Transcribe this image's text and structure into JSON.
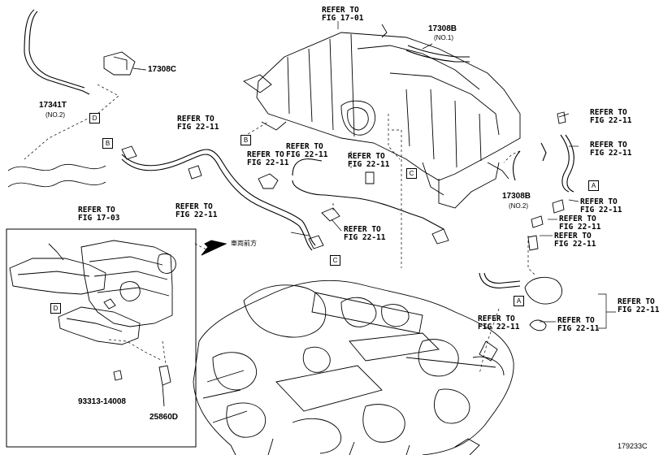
{
  "diagram_id": "179233C",
  "direction_label": "車両前方",
  "parts": {
    "p17308B_1": {
      "number": "17308B",
      "qualifier": "(NO.1)"
    },
    "p17308C": {
      "number": "17308C"
    },
    "p17341T": {
      "number": "17341T",
      "qualifier": "(NO.2)"
    },
    "p17308B_2": {
      "number": "17308B",
      "qualifier": "(NO.2)"
    },
    "p93313": {
      "number": "93313-14008"
    },
    "p25860D": {
      "number": "25860D"
    }
  },
  "refs": {
    "r_top": [
      "REFER TO",
      "FIG 17-01"
    ],
    "r_ul": [
      "REFER TO",
      "FIG 22-11"
    ],
    "r_l2": [
      "REFER TO",
      "FIG 22-11"
    ],
    "r_mid1": [
      "REFER TO",
      "FIG 22-11"
    ],
    "r_mid2": [
      "REFER TO",
      "FIG 22-11"
    ],
    "r_mid3": [
      "REFER TO",
      "FIG 22-11"
    ],
    "r_mid4": [
      "REFER TO",
      "FIG 22-11"
    ],
    "r_box": [
      "REFER TO",
      "FIG 17-03"
    ],
    "r_rt1": [
      "REFER TO",
      "FIG 22-11"
    ],
    "r_rt2": [
      "REFER TO",
      "FIG 22-11"
    ],
    "r_rt3": [
      "REFER TO",
      "FIG 22-11"
    ],
    "r_rt4": [
      "REFER TO",
      "FIG 22-11"
    ],
    "r_rt5": [
      "REFER TO",
      "FIG 22-11"
    ],
    "r_rt6": [
      "REFER TO",
      "FIG 22-11"
    ],
    "r_rt7": [
      "REFER TO",
      "FIG 22-11"
    ],
    "r_rt8": [
      "REFER TO",
      "FIG 22-11"
    ]
  },
  "tags": {
    "a": "A",
    "b": "B",
    "c": "C",
    "d": "D"
  }
}
